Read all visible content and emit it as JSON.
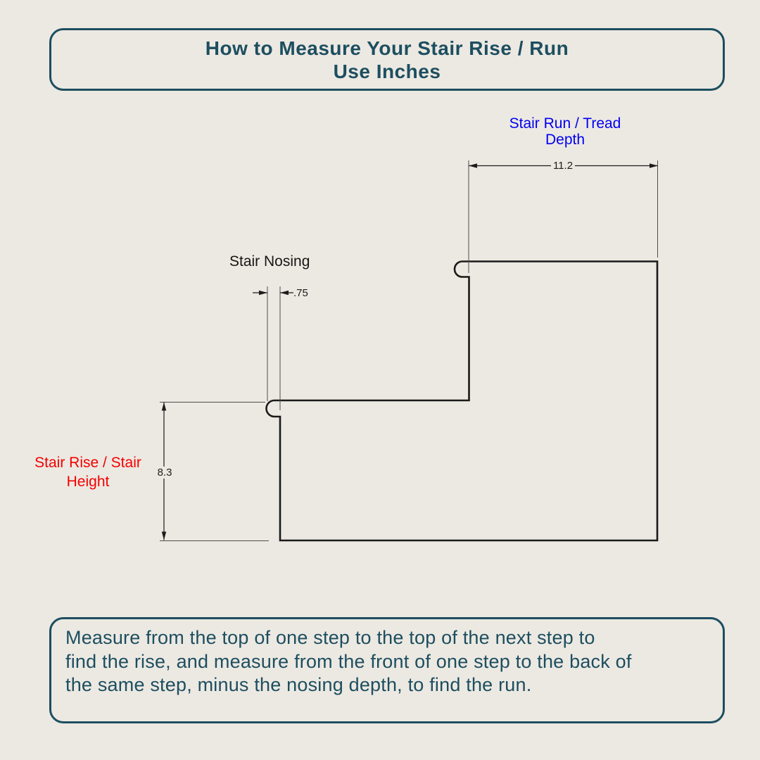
{
  "title": {
    "line1": "How to Measure Your Stair Rise / Run",
    "line2": "Use Inches"
  },
  "diagram": {
    "run_label": {
      "line1": "Stair Run / Tread",
      "line2": "Depth"
    },
    "nosing_label": "Stair Nosing",
    "rise_label": {
      "line1": "Stair Rise / Stair",
      "line2": "Height"
    },
    "measurements": {
      "run_inches": "11.2",
      "nosing_inches": ".75",
      "rise_inches": "8.3"
    },
    "units": "inches"
  },
  "footer": {
    "line1": "Measure from the top of one step to the top of the next step to",
    "line2": "find the rise, and measure from the front of one step to the back of",
    "line3": "the same step, minus the nosing depth, to find the run."
  },
  "colors": {
    "background": "#ece9e2",
    "accent_teal": "#1d4e60",
    "run_label_blue": "#0000f2",
    "rise_label_red": "#f40000",
    "outline_black": "#1a1a1a"
  }
}
